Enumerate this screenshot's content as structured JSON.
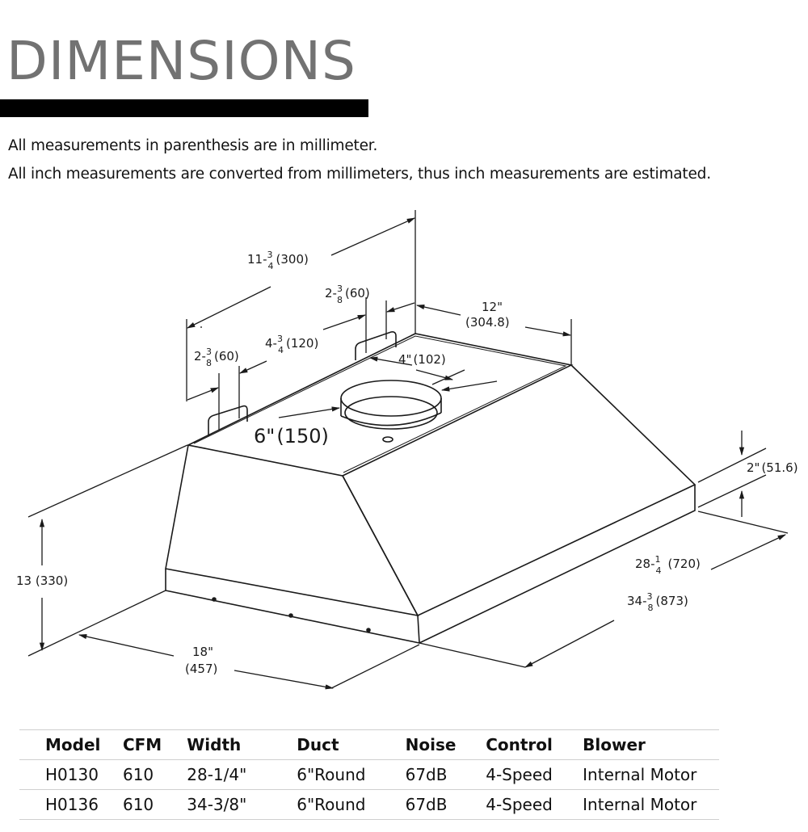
{
  "header": {
    "title": "DIMENSIONS",
    "accent_bar_color": "#000000",
    "title_color": "#727272"
  },
  "notes": {
    "line1": "All measurements in parenthesis are in millimeter.",
    "line2": "All inch measurements are converted from millimeters, thus inch measurements are estimated."
  },
  "diagram": {
    "subject": "range hood insert isometric drawing",
    "labels": {
      "top_depth": {
        "whole": "11-",
        "frac_num": "3",
        "frac_den": "4",
        "mm": "(300)"
      },
      "bracket_right_width": {
        "whole": "2-",
        "frac_num": "3",
        "frac_den": "8",
        "mm": "(60)"
      },
      "bracket_left_width": {
        "whole": "2-",
        "frac_num": "3",
        "frac_den": "8",
        "mm": "(60)"
      },
      "bracket_offset": {
        "whole": "4-",
        "frac_num": "3",
        "frac_den": "4",
        "mm": "(120)"
      },
      "top_width": {
        "inch": "12\"",
        "mm": "(304.8)"
      },
      "duct_offset": {
        "inch": "4\"",
        "mm": "(102)"
      },
      "duct_diameter": {
        "inch": "6\"",
        "mm": "(150)"
      },
      "lip_height": {
        "inch": "2\"",
        "mm": "(51.6)"
      },
      "bottom_width_small": {
        "whole": "28-",
        "frac_num": "1",
        "frac_den": "4",
        "mm": "(720)"
      },
      "bottom_width_large": {
        "whole": "34-",
        "frac_num": "3",
        "frac_den": "8",
        "mm": "(873)"
      },
      "height": {
        "text": "13 (330)"
      },
      "depth": {
        "inch": "18\"",
        "mm": "(457)"
      }
    }
  },
  "specs": {
    "columns": [
      "Model",
      "CFM",
      "Width",
      "Duct",
      "Noise",
      "Control",
      "Blower"
    ],
    "rows": [
      [
        "H0130",
        "610",
        "28-1/4\"",
        "6\"Round",
        "67dB",
        "4-Speed",
        "Internal Motor"
      ],
      [
        "H0136",
        "610",
        "34-3/8\"",
        "6\"Round",
        "67dB",
        "4-Speed",
        "Internal Motor"
      ]
    ]
  }
}
